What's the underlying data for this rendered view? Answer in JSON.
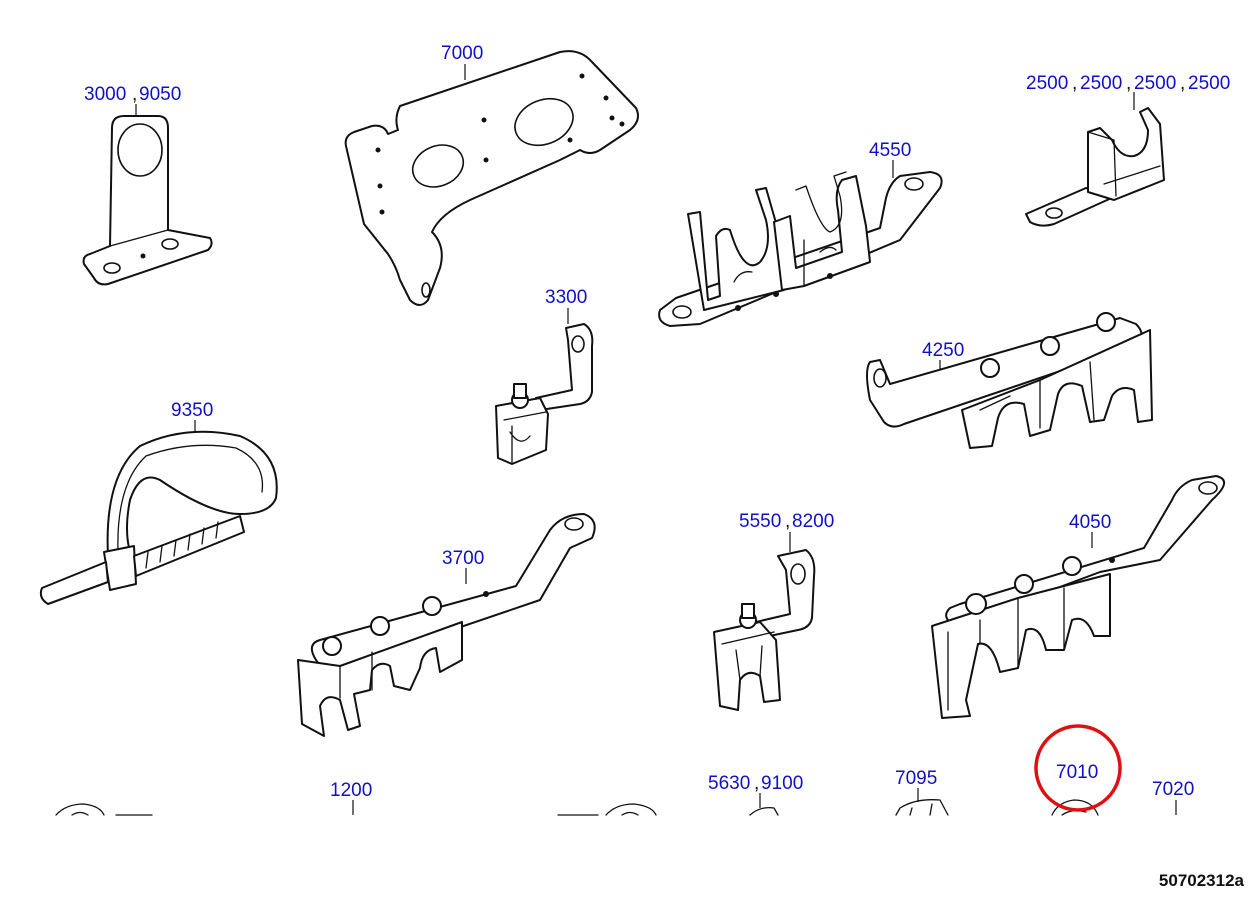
{
  "callouts": {
    "c3000_9050": [
      "3000",
      "9050"
    ],
    "c7000": "7000",
    "c2500": [
      "2500",
      "2500",
      "2500",
      "2500"
    ],
    "c4550": "4550",
    "c3300": "3300",
    "c4250": "4250",
    "c9350": "9350",
    "c3700": "3700",
    "c5550_8200": [
      "5550",
      "8200"
    ],
    "c4050": "4050",
    "c1200": "1200",
    "c5630_9100": [
      "5630",
      "9100"
    ],
    "c7095": "7095",
    "c7010": "7010",
    "c7020": "7020"
  },
  "separator": ",",
  "highlighted_callout": "7010",
  "drawing_number": "50702312a",
  "colors": {
    "callout_text": "#1010c8",
    "highlight_ring": "#e01010",
    "line": "#111111"
  }
}
